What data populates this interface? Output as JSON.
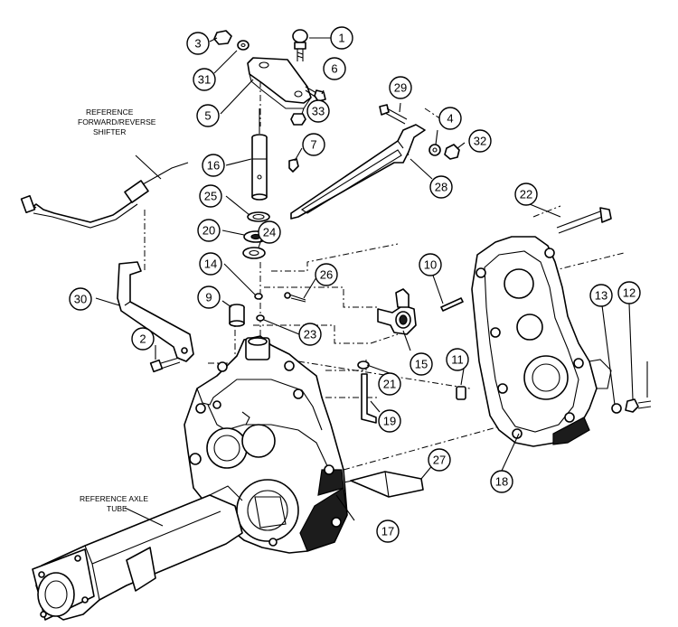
{
  "references": {
    "shifter": [
      "REFERENCE",
      "FORWARD/REVERSE",
      "SHIFTER"
    ],
    "axle_tube": [
      "REFERENCE AXLE",
      "TUBE"
    ]
  },
  "callouts": {
    "c1": "1",
    "c2": "2",
    "c3": "3",
    "c4": "4",
    "c5": "5",
    "c6": "6",
    "c7": "7",
    "c9": "9",
    "c10": "10",
    "c11": "11",
    "c12": "12",
    "c13": "13",
    "c14": "14",
    "c15": "15",
    "c16": "16",
    "c17": "17",
    "c18": "18",
    "c19": "19",
    "c20": "20",
    "c21": "21",
    "c22": "22",
    "c23": "23",
    "c24": "24",
    "c25": "25",
    "c26": "26",
    "c27": "27",
    "c28": "28",
    "c29": "29",
    "c30": "30",
    "c31": "31",
    "c32": "32",
    "c33": "33"
  },
  "colors": {
    "line": "#000000",
    "background": "#ffffff",
    "shade": "#1c1c1c"
  }
}
